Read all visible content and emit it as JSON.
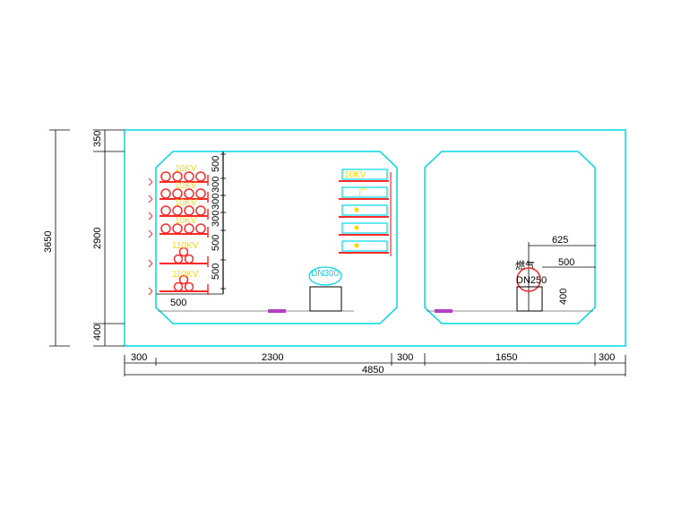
{
  "overall": {
    "total_width": "4850",
    "total_height": "3650",
    "left_dims": [
      "350",
      "2900",
      "400"
    ]
  },
  "bottom_dims": [
    "300",
    "2300",
    "300",
    "1650",
    "300"
  ],
  "left_chamber": {
    "cable_labels": [
      "10KV",
      "10KV",
      "10KV",
      "10KV",
      "110KV",
      "110KV"
    ],
    "spacing_dims": [
      "500",
      "300",
      "300",
      "300",
      "500",
      "500"
    ],
    "bracket_width": "500",
    "right_labels": [
      "10KV",
      "广",
      "",
      "",
      ""
    ],
    "pipe_label": "DN300"
  },
  "right_chamber": {
    "dim_625": "625",
    "dim_500": "500",
    "gas_label": "燃气",
    "pipe_label": "DN250",
    "dim_400": "400"
  },
  "colors": {
    "outline": "#00d8e8",
    "cable": "#ff2a2a",
    "label": "#ffd800",
    "dimension": "#000000"
  }
}
